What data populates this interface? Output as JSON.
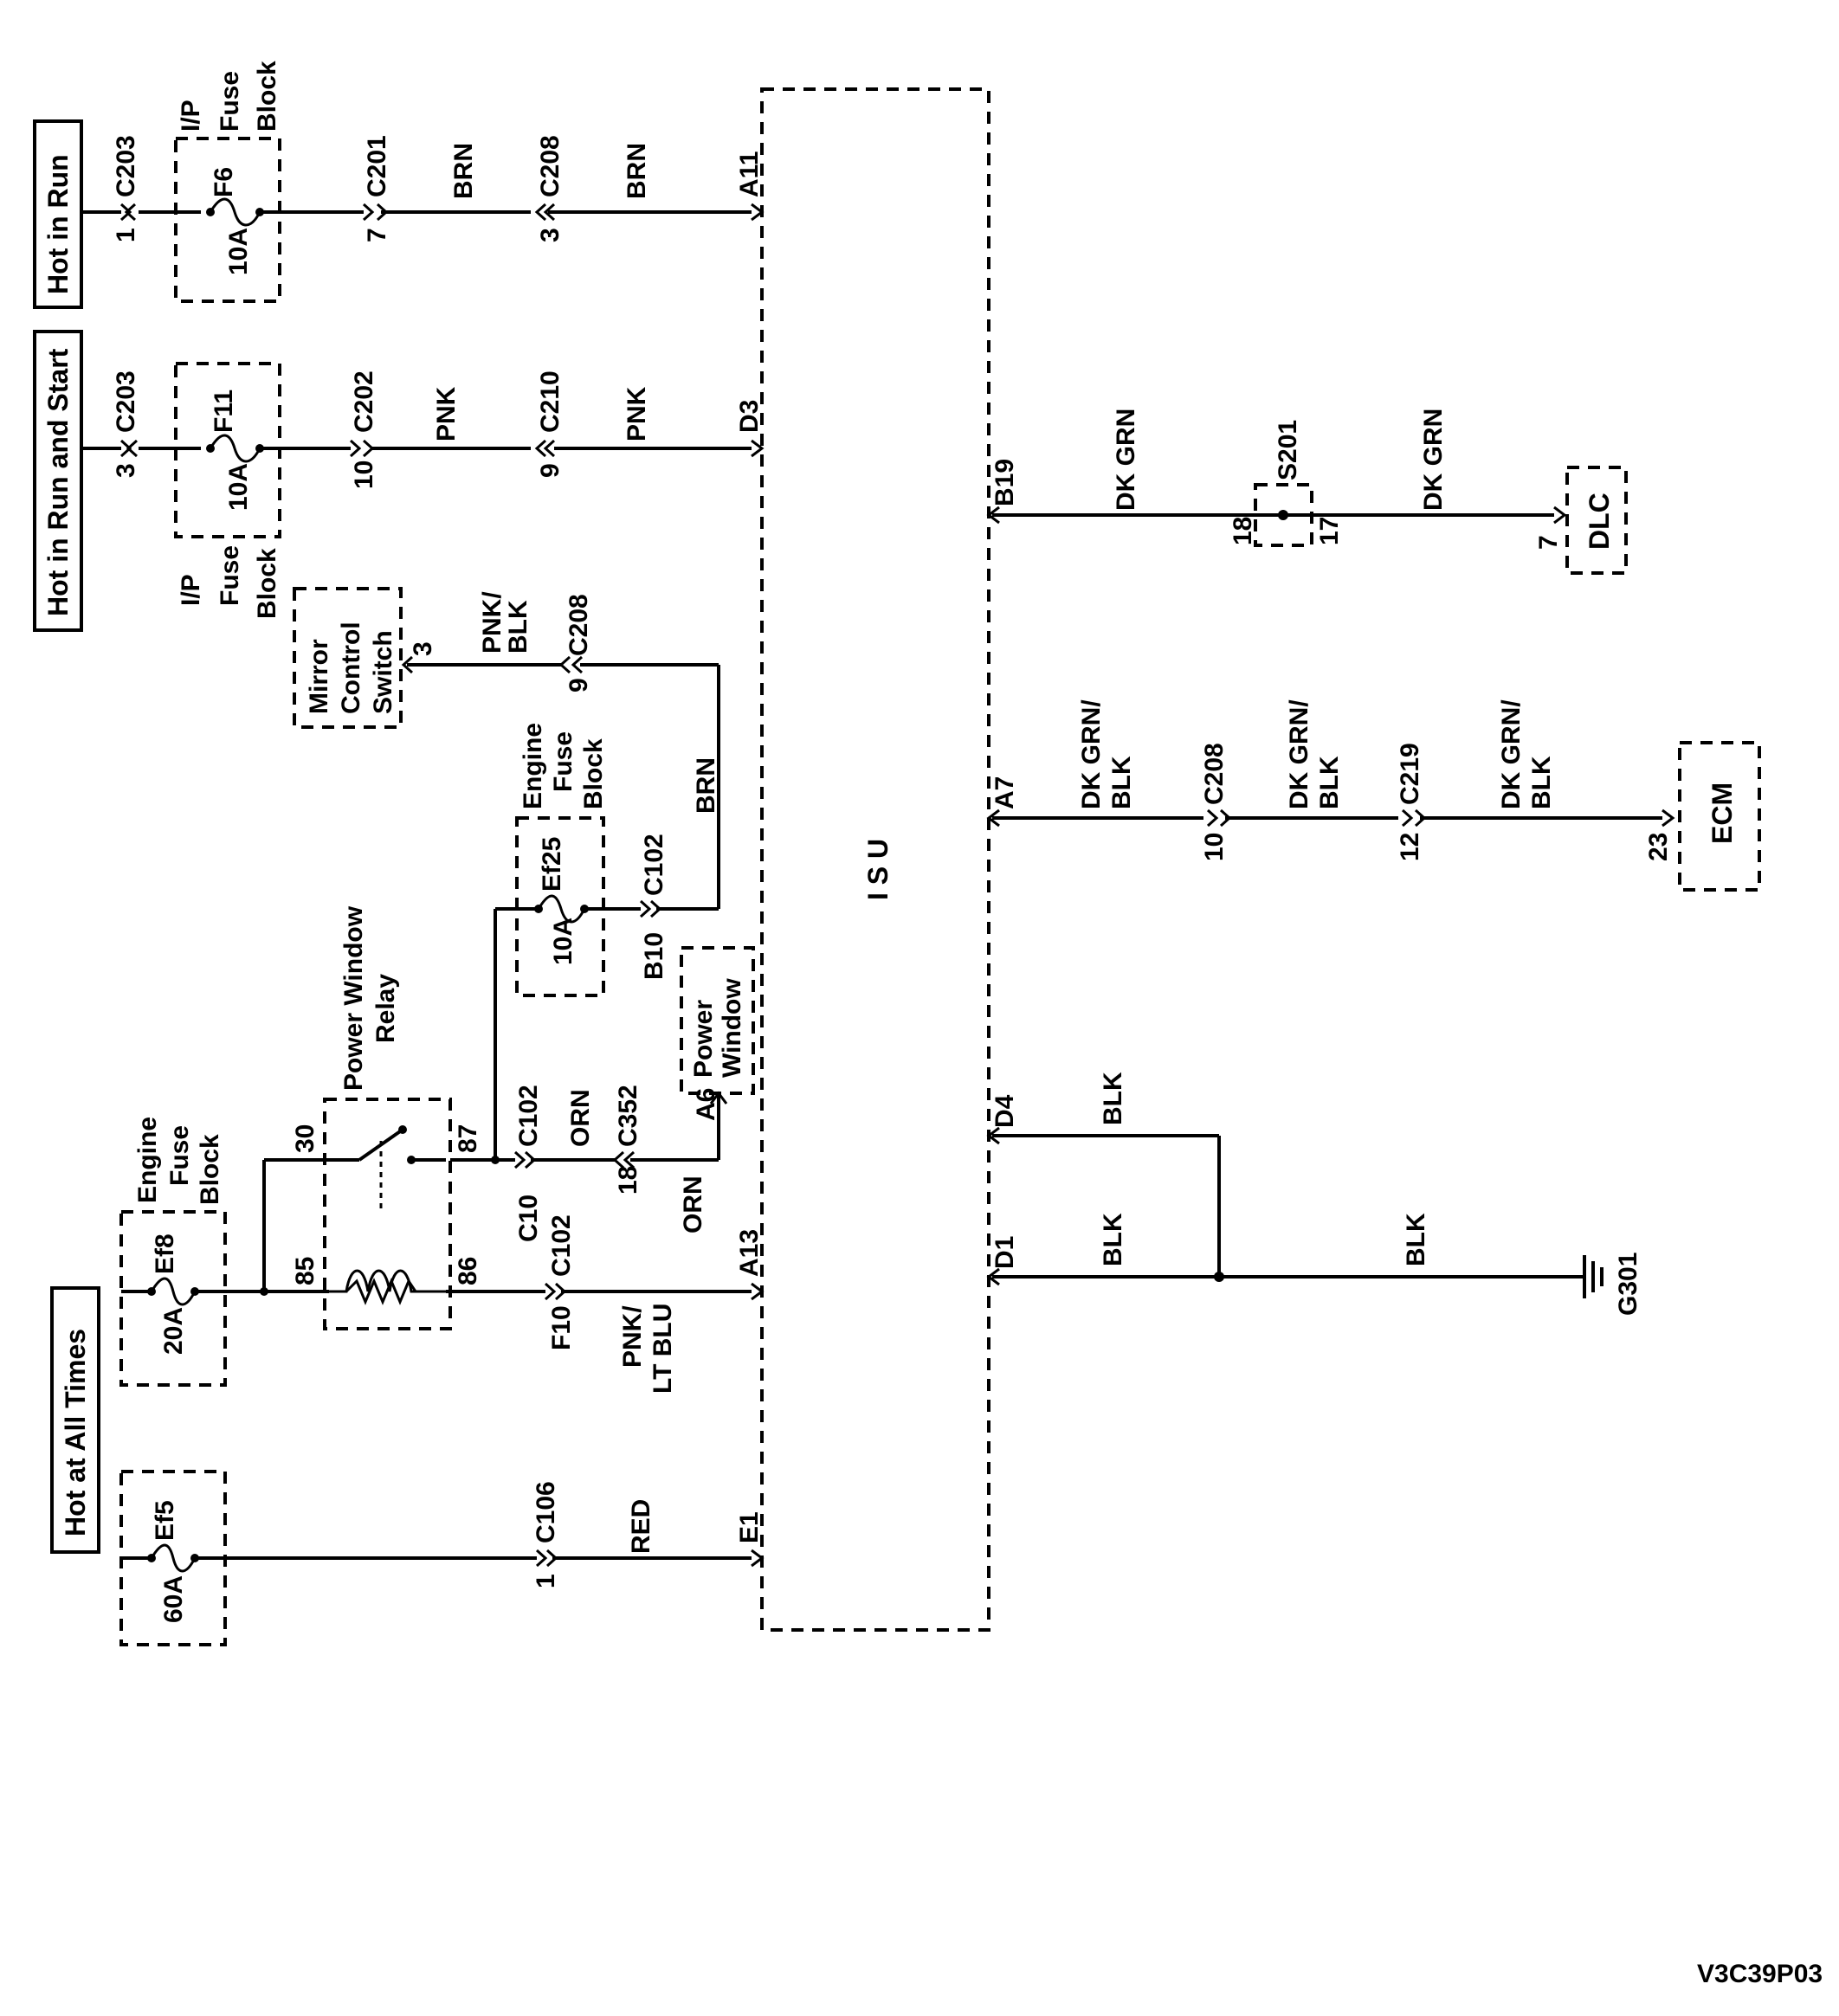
{
  "power": {
    "hot_in_run": "Hot in Run",
    "hot_in_run_and_start": "Hot in Run and Start",
    "hot_at_all_times": "Hot at All Times"
  },
  "fuse_blocks": {
    "ip_a": "I/P",
    "ip_b": "Fuse",
    "ip_c": "Block",
    "engine_a": "Engine",
    "engine_b": "Fuse",
    "engine_c": "Block"
  },
  "fuses": {
    "f6": "F6",
    "f6_amp": "10A",
    "f11": "F11",
    "f11_amp": "10A",
    "ef25": "Ef25",
    "ef25_amp": "10A",
    "ef8": "Ef8",
    "ef8_amp": "20A",
    "ef5": "Ef5",
    "ef5_amp": "60A"
  },
  "connectors": {
    "c203": "C203",
    "c201": "C201",
    "c202": "C202",
    "c208": "C208",
    "c210": "C210",
    "c102": "C102",
    "c352": "C352",
    "c106": "C106",
    "c219": "C219"
  },
  "pins": {
    "p1": "1",
    "p3": "3",
    "p7": "7",
    "p9": "9",
    "p10": "10",
    "p12": "12",
    "p17": "17",
    "p18": "18",
    "p23": "23",
    "a11": "A11",
    "d3": "D3",
    "b19": "B19",
    "a7": "A7",
    "d4": "D4",
    "d1": "D1",
    "a13": "A13",
    "e1": "E1",
    "a6": "A6",
    "b10": "B10",
    "c10": "C10",
    "f10": "F10",
    "r30": "30",
    "r85": "85",
    "r86": "86",
    "r87": "87"
  },
  "wires": {
    "brn": "BRN",
    "pnk": "PNK",
    "pnk_blk_a": "PNK/",
    "pnk_blk_b": "BLK",
    "orn": "ORN",
    "red": "RED",
    "dkgrn": "DK GRN",
    "dkgrn_blk_a": "DK GRN/",
    "dkgrn_blk_b": "BLK",
    "blk": "BLK",
    "pnk_ltblu_a": "PNK/",
    "pnk_ltblu_b": "LT BLU"
  },
  "components": {
    "isu": "I S U",
    "mirror_a": "Mirror",
    "mirror_b": "Control",
    "mirror_c": "Switch",
    "relay_a": "Power Window",
    "relay_b": "Relay",
    "pw_a": "Power",
    "pw_b": "Window",
    "dlc": "DLC",
    "ecm": "ECM",
    "splice": "S201",
    "ground": "G301"
  },
  "figure_id": "V3C39P03"
}
